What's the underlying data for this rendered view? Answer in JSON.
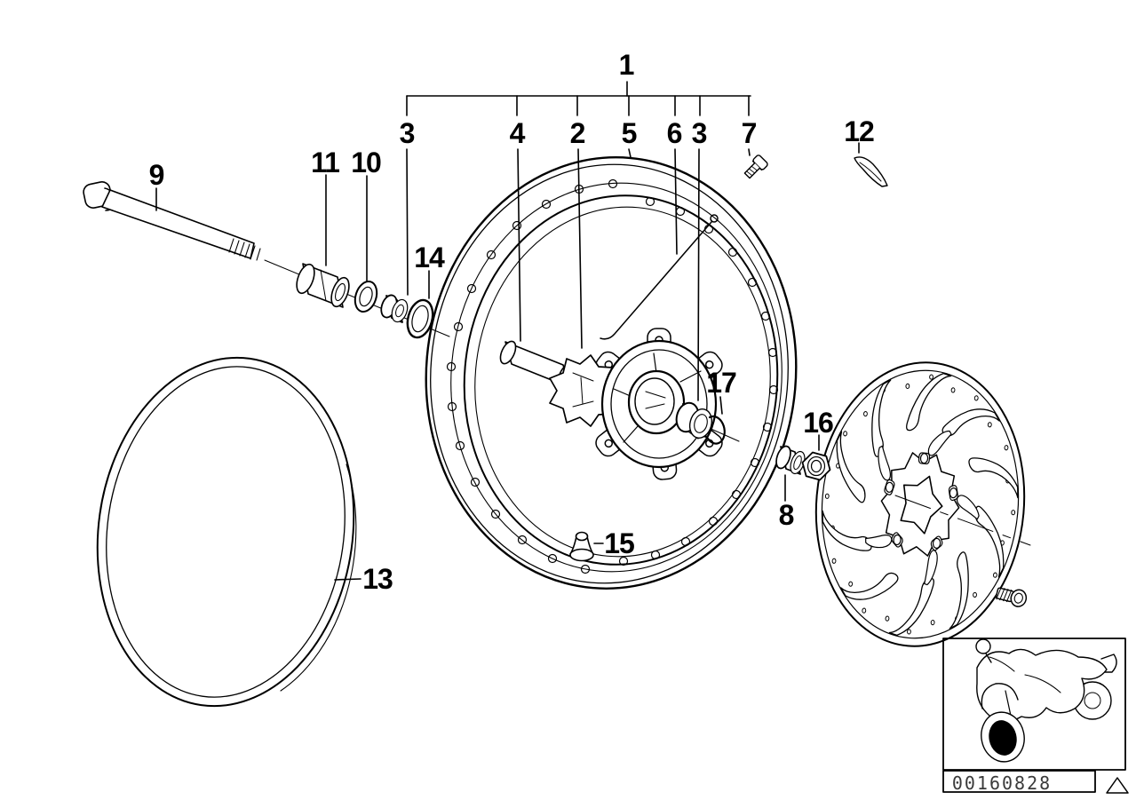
{
  "diagram": {
    "kind": "exploded-parts-diagram",
    "colors": {
      "line": "#000000",
      "background": "#ffffff",
      "footer_text": "#3a3a3a",
      "filled_wheel": "#000000"
    }
  },
  "callouts": {
    "c1": {
      "text": "1"
    },
    "c3a": {
      "text": "3"
    },
    "c4": {
      "text": "4"
    },
    "c2": {
      "text": "2"
    },
    "c5": {
      "text": "5"
    },
    "c6": {
      "text": "6"
    },
    "c3b": {
      "text": "3"
    },
    "c7": {
      "text": "7"
    },
    "c9": {
      "text": "9"
    },
    "c11": {
      "text": "11"
    },
    "c10": {
      "text": "10"
    },
    "c14": {
      "text": "14"
    },
    "c12": {
      "text": "12"
    },
    "c13": {
      "text": "13"
    },
    "c15": {
      "text": "15"
    },
    "c17": {
      "text": "17"
    },
    "c8": {
      "text": "8"
    },
    "c16": {
      "text": "16"
    }
  },
  "footer": {
    "drawing_number": "00160828",
    "icons": {
      "thumbnail": "motorcycle-icon",
      "corner": "triangle-outline-icon"
    }
  }
}
